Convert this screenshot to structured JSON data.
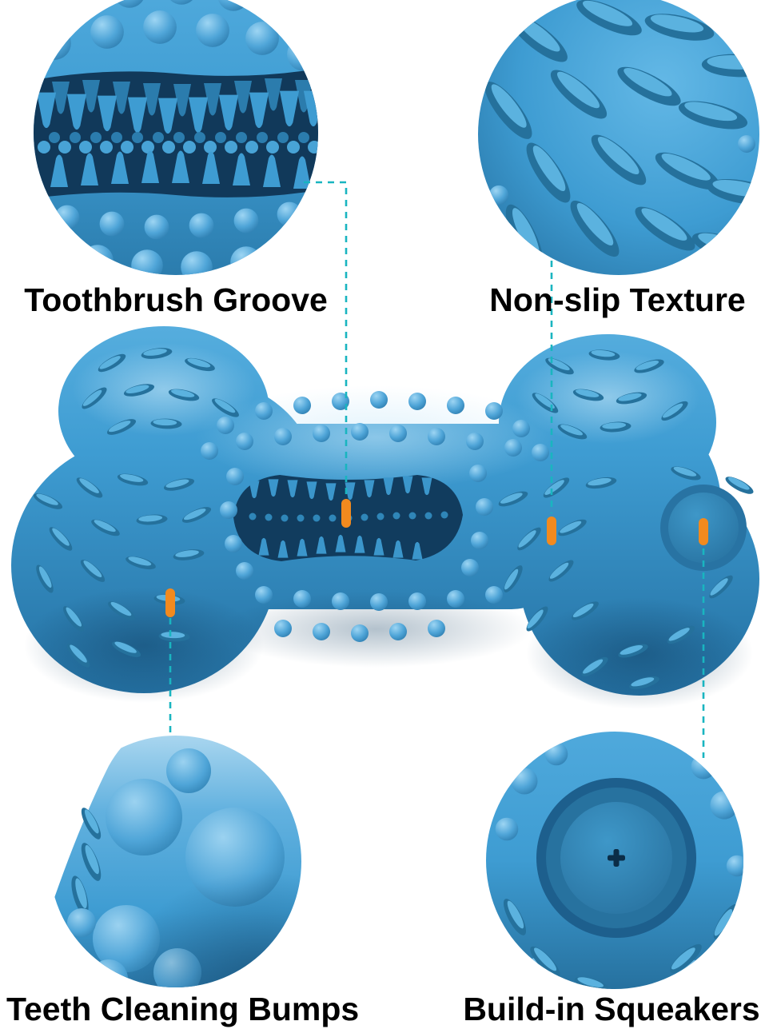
{
  "callouts": [
    {
      "id": "toothbrush-groove",
      "label": "Toothbrush Groove"
    },
    {
      "id": "non-slip-texture",
      "label": "Non-slip Texture"
    },
    {
      "id": "teeth-cleaning-bumps",
      "label": "Teeth Cleaning Bumps"
    },
    {
      "id": "built-in-squeakers",
      "label": "Build-in Squeakers"
    }
  ],
  "colors": {
    "background": "#ffffff",
    "toy_blue": "#3e9cd2",
    "toy_blue_dark": "#20699a",
    "toy_blue_light": "#58afdf",
    "accent_orange": "#f28a1e",
    "connector_teal": "#19b5c0",
    "label_text": "#000000"
  }
}
